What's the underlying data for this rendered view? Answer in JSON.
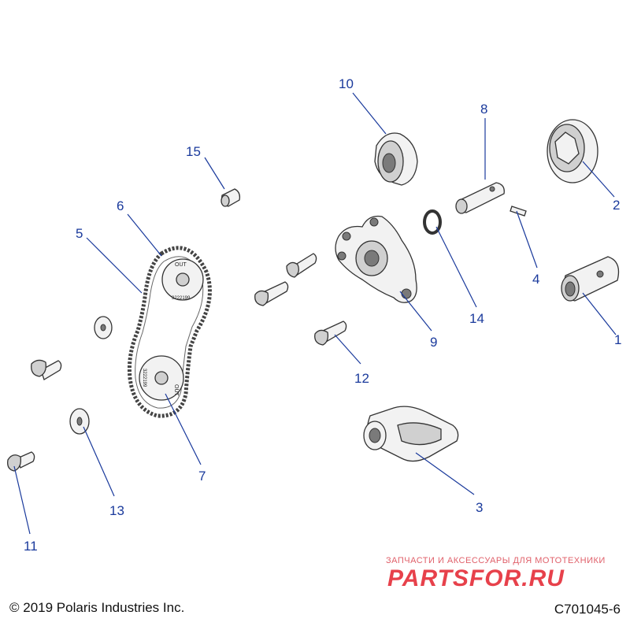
{
  "callouts": {
    "c1": "1",
    "c2": "2",
    "c3": "3",
    "c4": "4",
    "c5": "5",
    "c6": "6",
    "c7": "7",
    "c8": "8",
    "c9": "9",
    "c10": "10",
    "c11": "11",
    "c12": "12",
    "c13": "13",
    "c14": "14",
    "c15": "15"
  },
  "sprocket_marks": {
    "upper_out": "OUT",
    "upper_num": "3222199",
    "lower_out": "OUT",
    "lower_num": "3222199"
  },
  "footer": {
    "copyright": "© 2019 Polaris Industries Inc.",
    "figure_id": "C701045-6"
  },
  "watermark": {
    "tagline": "ЗАПЧАСТИ И АКСЕССУАРЫ ДЛЯ МОТОТЕХНИКИ",
    "logo": "PARTSFOR.RU"
  },
  "colors": {
    "callout": "#1a3a9c",
    "watermark": "#e3202c"
  }
}
